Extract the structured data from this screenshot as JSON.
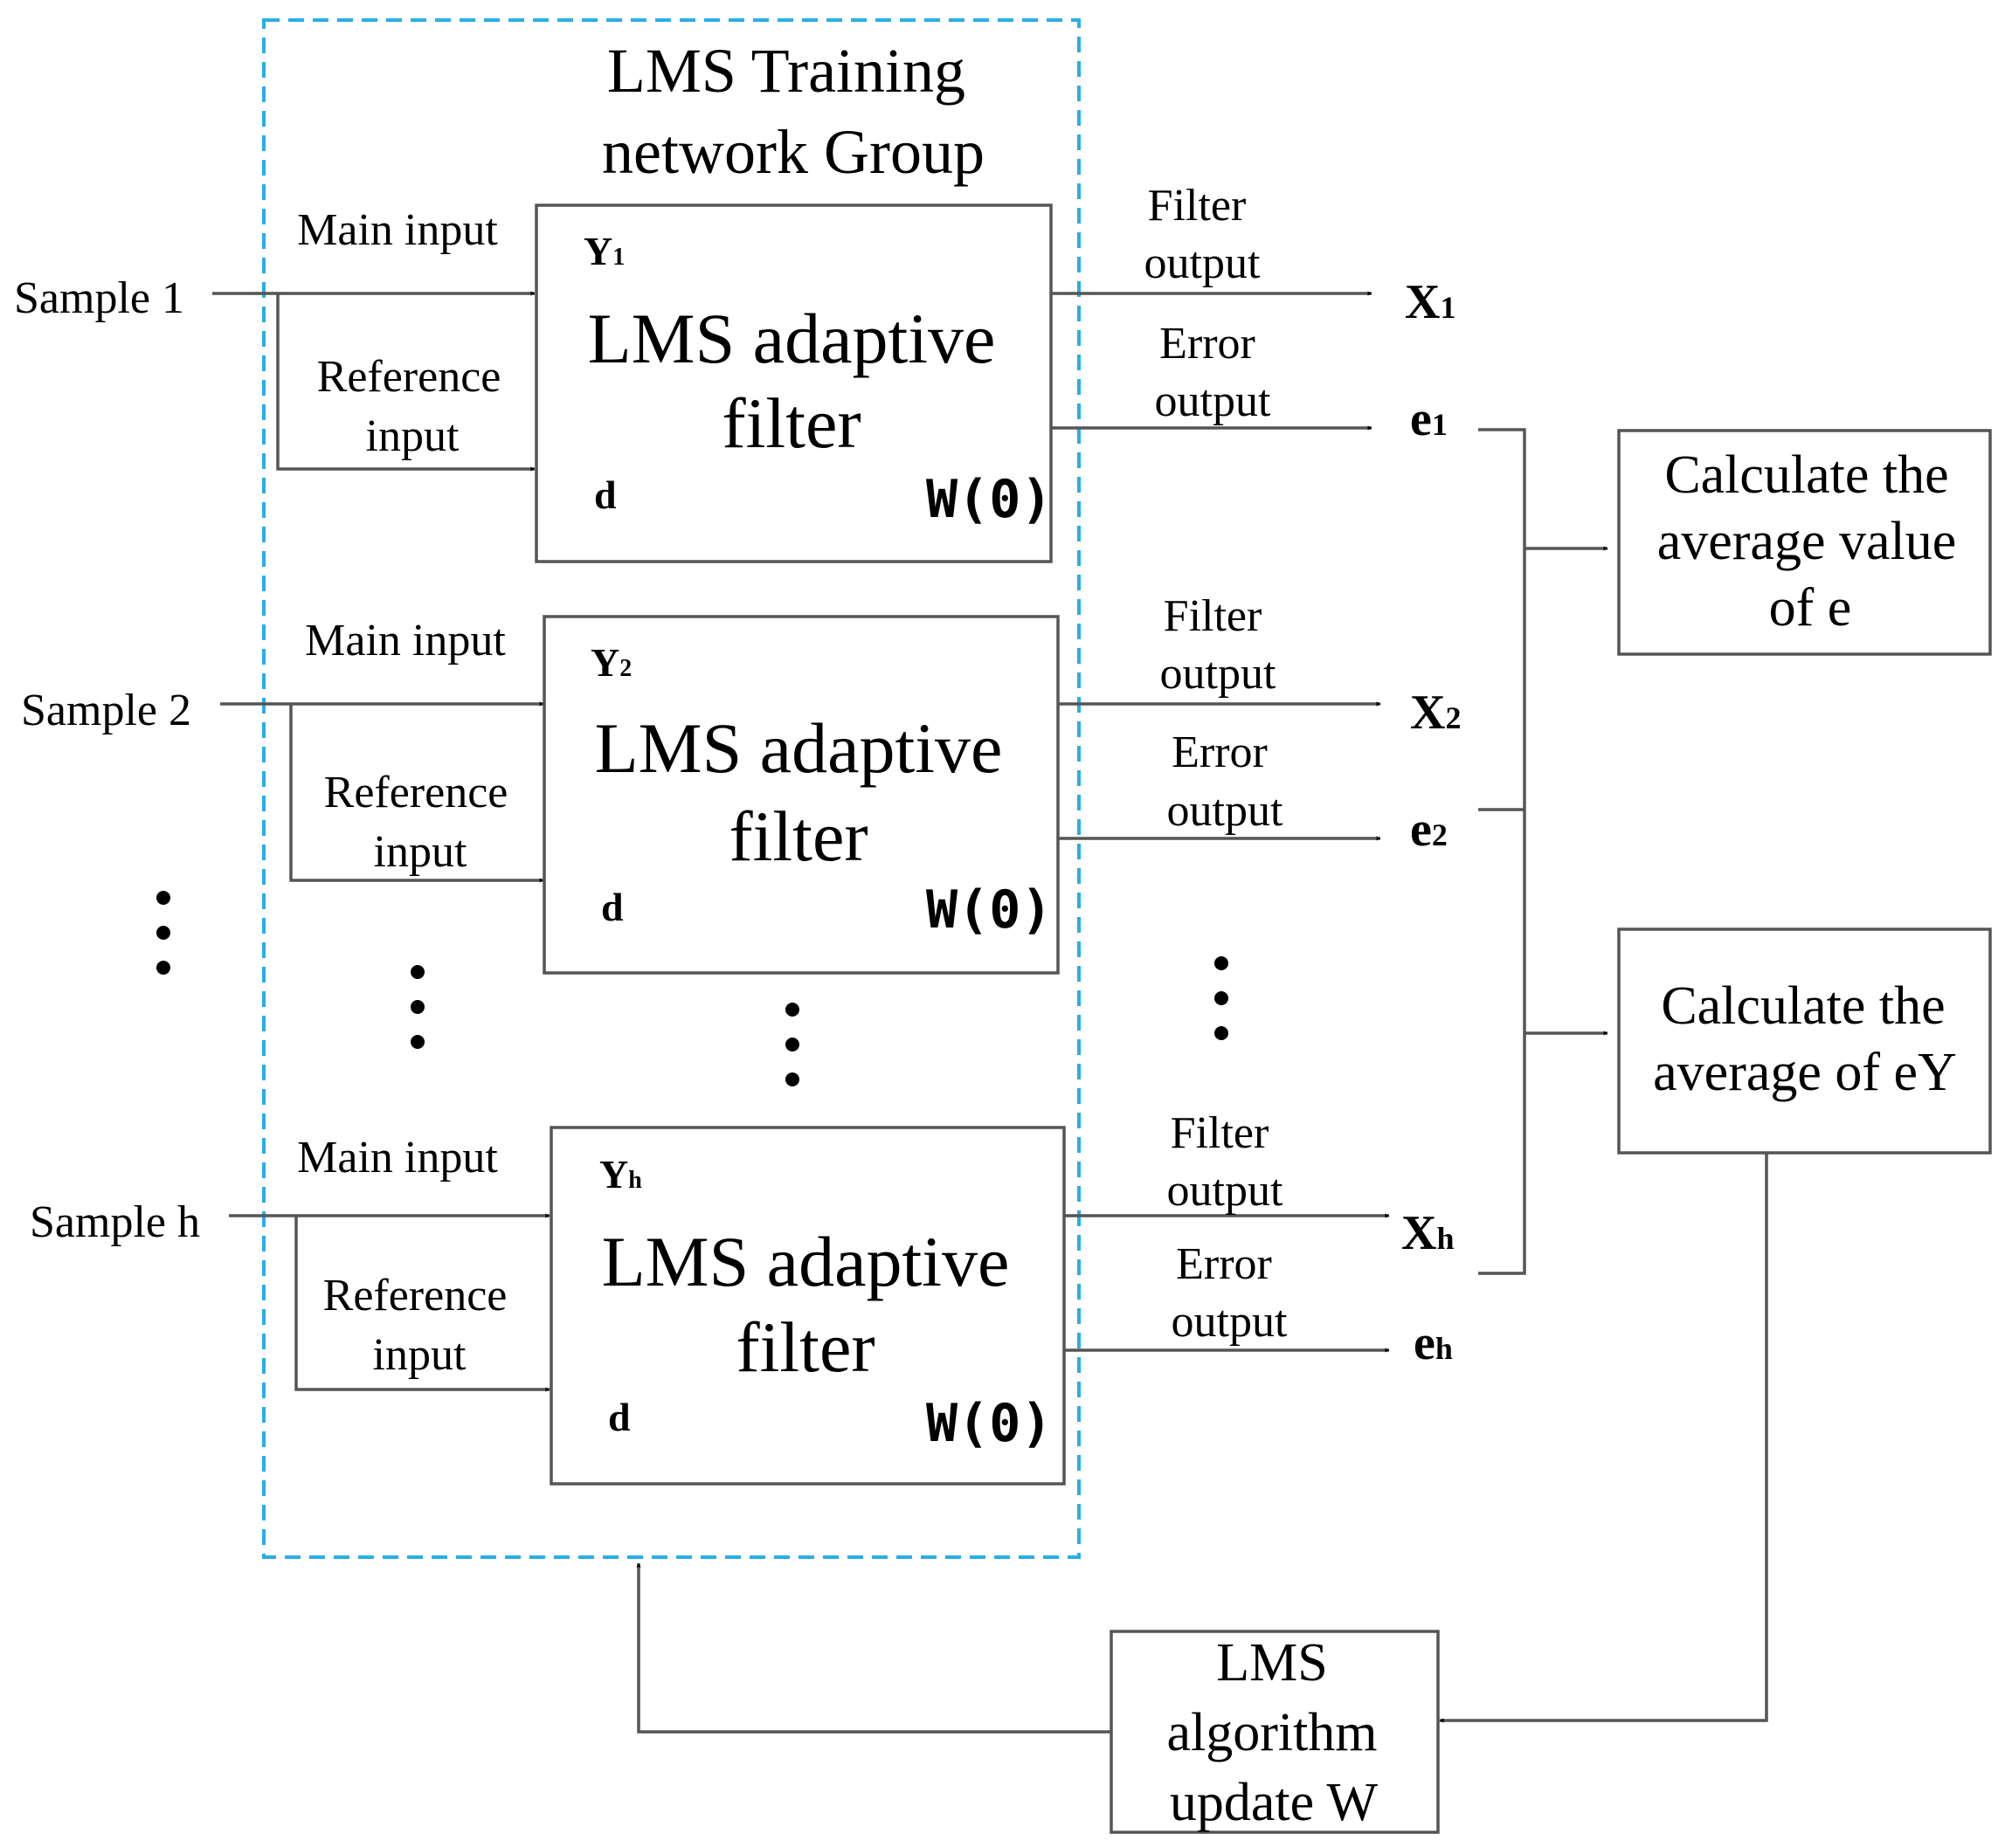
{
  "colors": {
    "group_border": "#29aee6",
    "line": "#555555",
    "text": "#000000"
  },
  "group": {
    "title_line1": "LMS Training",
    "title_line2": "network Group"
  },
  "samples": [
    {
      "label": "Sample 1",
      "main_input": "Main input",
      "ref_line1": "Reference",
      "ref_line2": "input",
      "filter_line1": "LMS adaptive",
      "filter_line2": "filter",
      "y_main": "Y",
      "y_sub": "1",
      "d": "d",
      "w": "W(0)",
      "filter_out_line1": "Filter",
      "filter_out_line2": "output",
      "error_out_line1": "Error",
      "error_out_line2": "output",
      "x_main": "X",
      "x_sub": "1",
      "e_main": "e",
      "e_sub": "1"
    },
    {
      "label": "Sample 2",
      "main_input": "Main input",
      "ref_line1": "Reference",
      "ref_line2": "input",
      "filter_line1": "LMS adaptive",
      "filter_line2": "filter",
      "y_main": "Y",
      "y_sub": "2",
      "d": "d",
      "w": "W(0)",
      "filter_out_line1": "Filter",
      "filter_out_line2": "output",
      "error_out_line1": "Error",
      "error_out_line2": "output",
      "x_main": "X",
      "x_sub": "2",
      "e_main": "e",
      "e_sub": "2"
    },
    {
      "label": "Sample h",
      "main_input": "Main input",
      "ref_line1": "Reference",
      "ref_line2": "input",
      "filter_line1": "LMS adaptive",
      "filter_line2": "filter",
      "y_main": "Y",
      "y_sub": "h",
      "d": "d",
      "w": "W(0)",
      "filter_out_line1": "Filter",
      "filter_out_line2": "output",
      "error_out_line1": "Error",
      "error_out_line2": "output",
      "x_main": "X",
      "x_sub": "h",
      "e_main": "e",
      "e_sub": "h"
    }
  ],
  "calc_e": {
    "line1": "Calculate the",
    "line2": "average value",
    "line3": "of e"
  },
  "calc_ey": {
    "line1": "Calculate the",
    "line2": "average of eY"
  },
  "update": {
    "line1": "LMS",
    "line2": "algorithm",
    "line3": "update W"
  }
}
